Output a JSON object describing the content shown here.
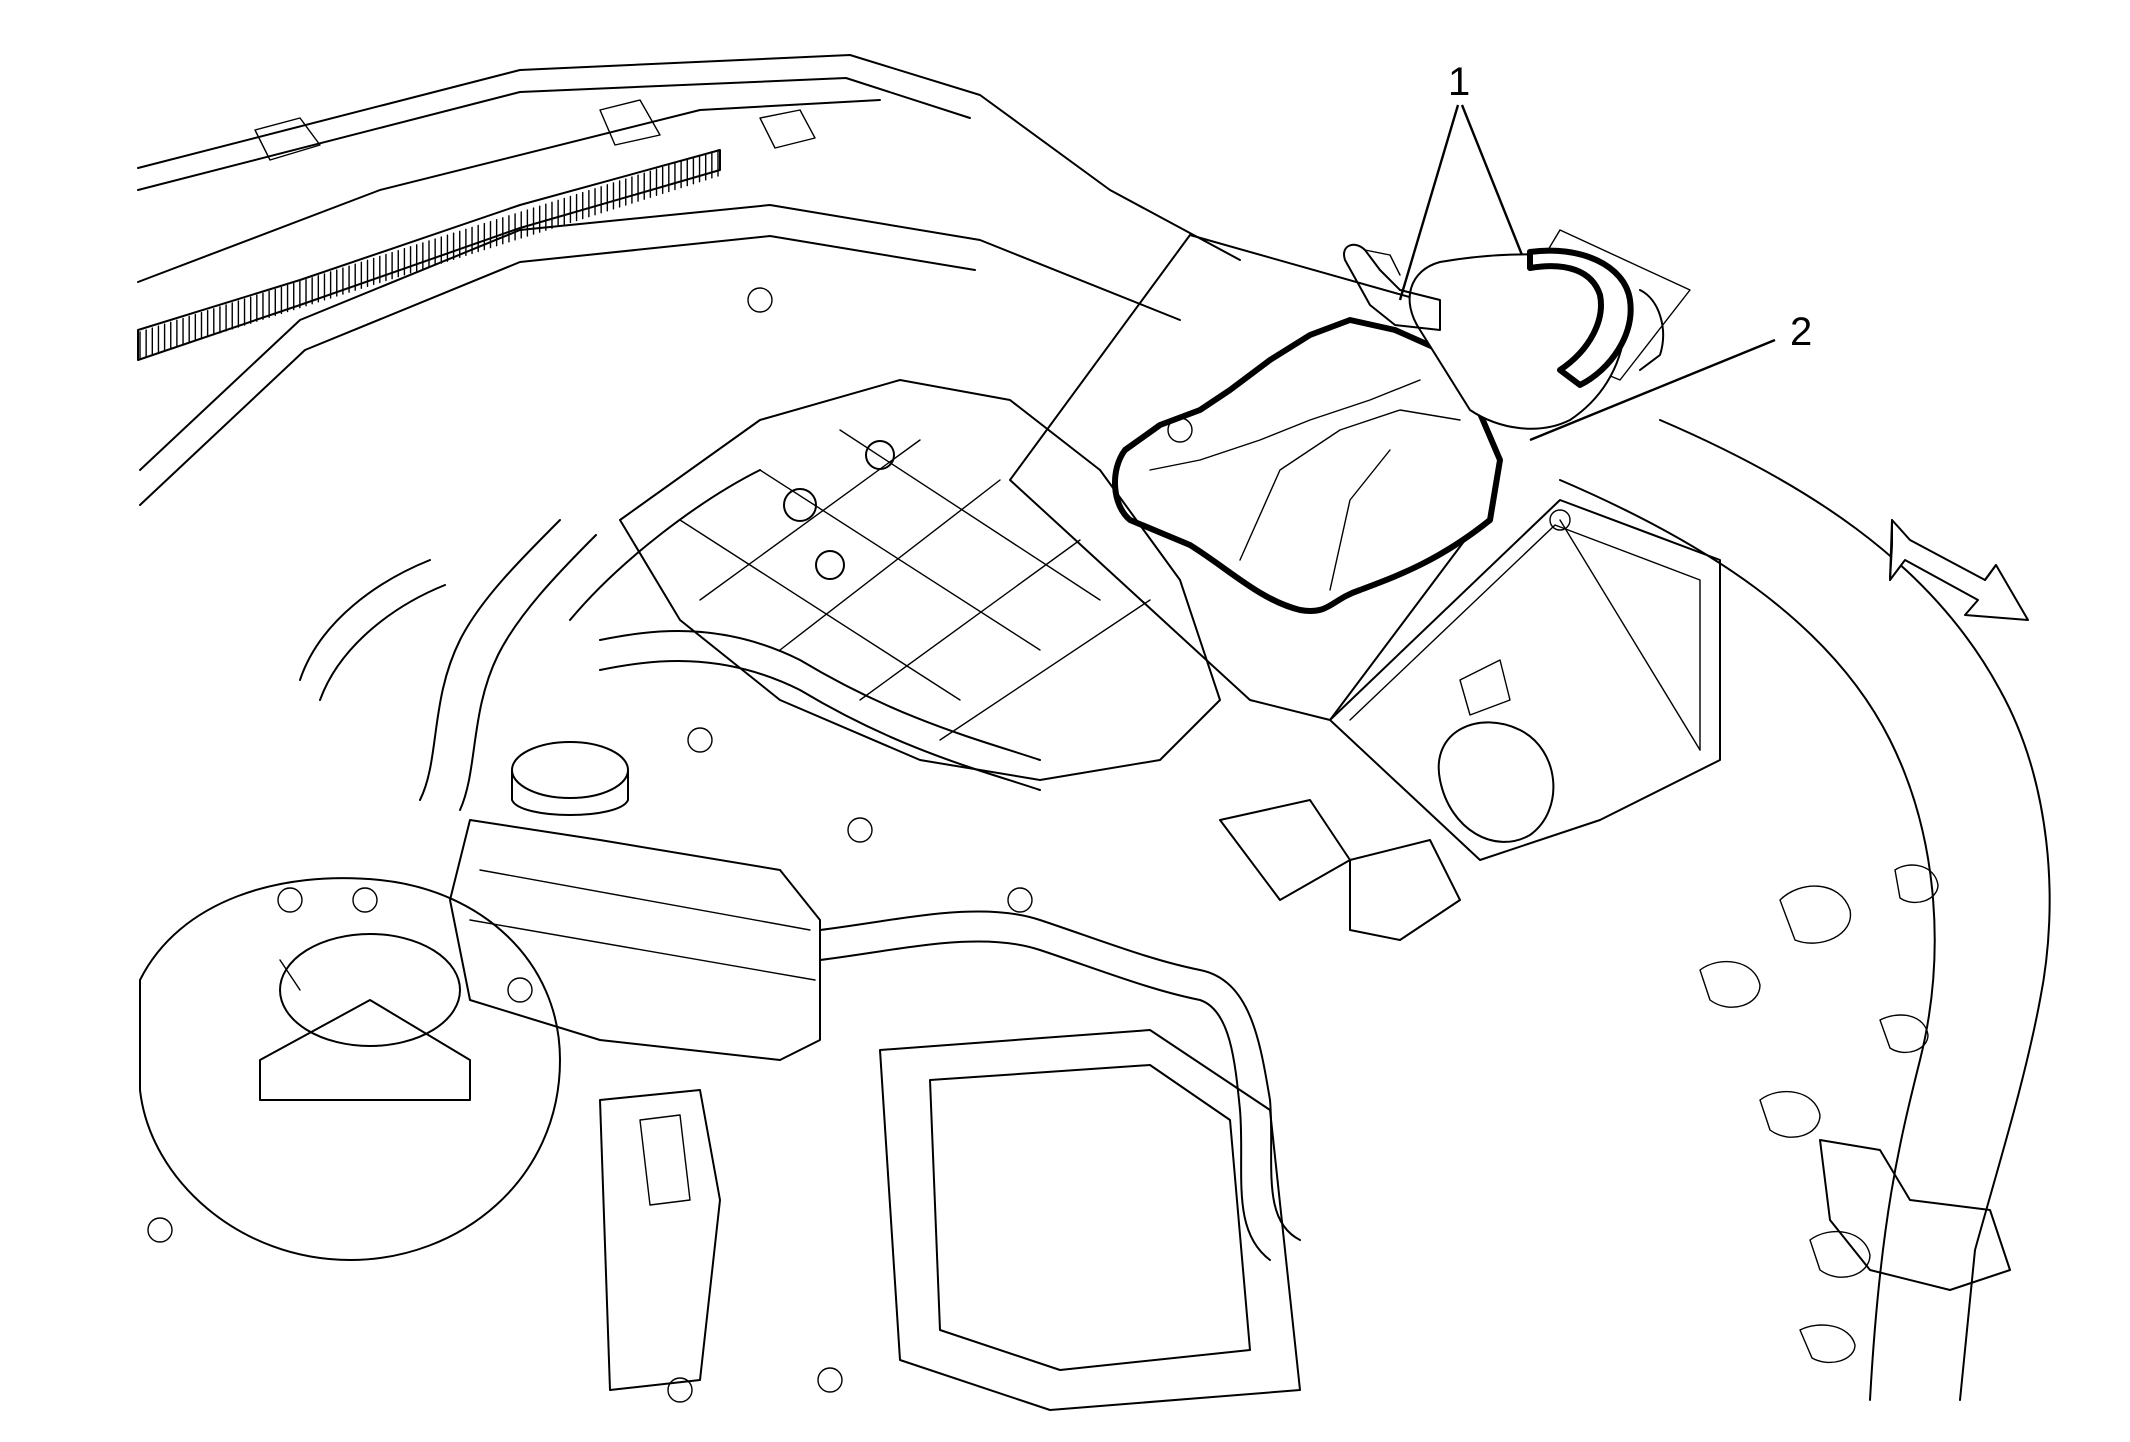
{
  "figure": {
    "callouts": [
      {
        "id": "1",
        "label": "1"
      },
      {
        "id": "2",
        "label": "2"
      }
    ]
  },
  "colors": {
    "line": "#000000",
    "background": "#ffffff"
  }
}
